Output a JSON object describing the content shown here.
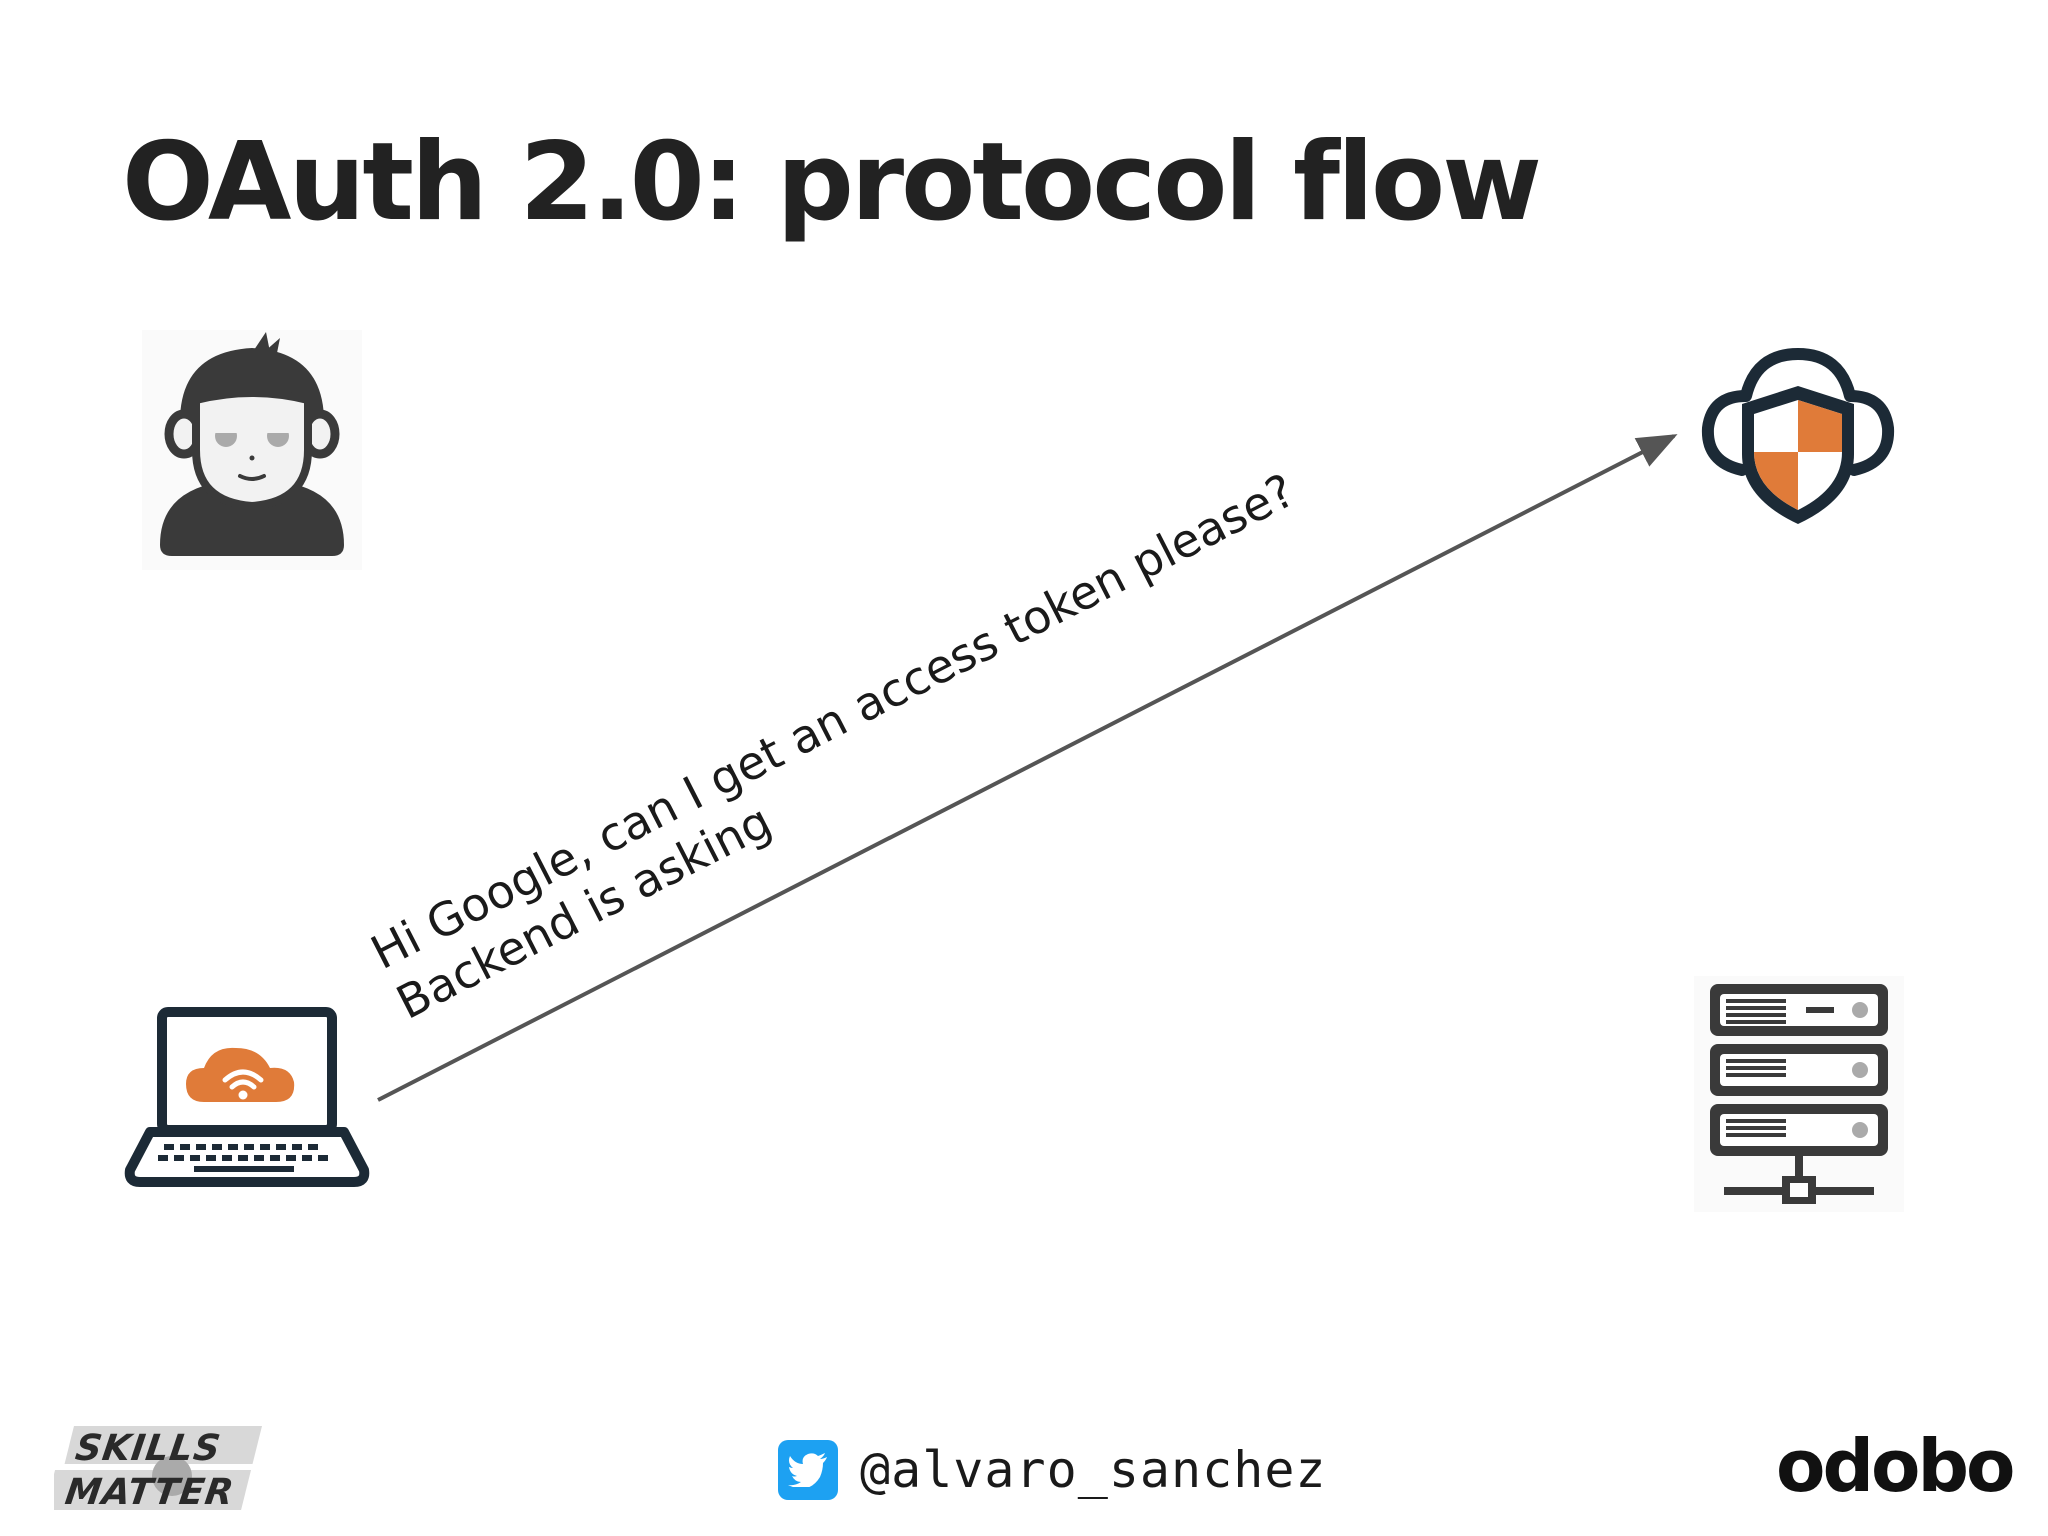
{
  "slide": {
    "title": "OAuth 2.0: protocol flow"
  },
  "diagram": {
    "nodes": [
      {
        "id": "user",
        "icon": "user-avatar-icon"
      },
      {
        "id": "auth-server",
        "icon": "cloud-shield-icon"
      },
      {
        "id": "client-app",
        "icon": "laptop-cloud-wifi-icon"
      },
      {
        "id": "backend",
        "icon": "server-rack-icon"
      }
    ],
    "arrow": {
      "from": "client-app",
      "to": "auth-server",
      "label_line1": "Hi Google, can I get an access token please?",
      "label_line2": "Backend is asking"
    }
  },
  "footer": {
    "twitter_handle": "@alvaro_sanchez",
    "sponsor_logo_text": "odobo",
    "organizer_logo_text": "SKILLS MATTER"
  },
  "colors": {
    "accent_orange": "#e07b39",
    "icon_dark": "#1c2a36",
    "title": "#222222",
    "twitter_blue": "#1da1f2"
  }
}
